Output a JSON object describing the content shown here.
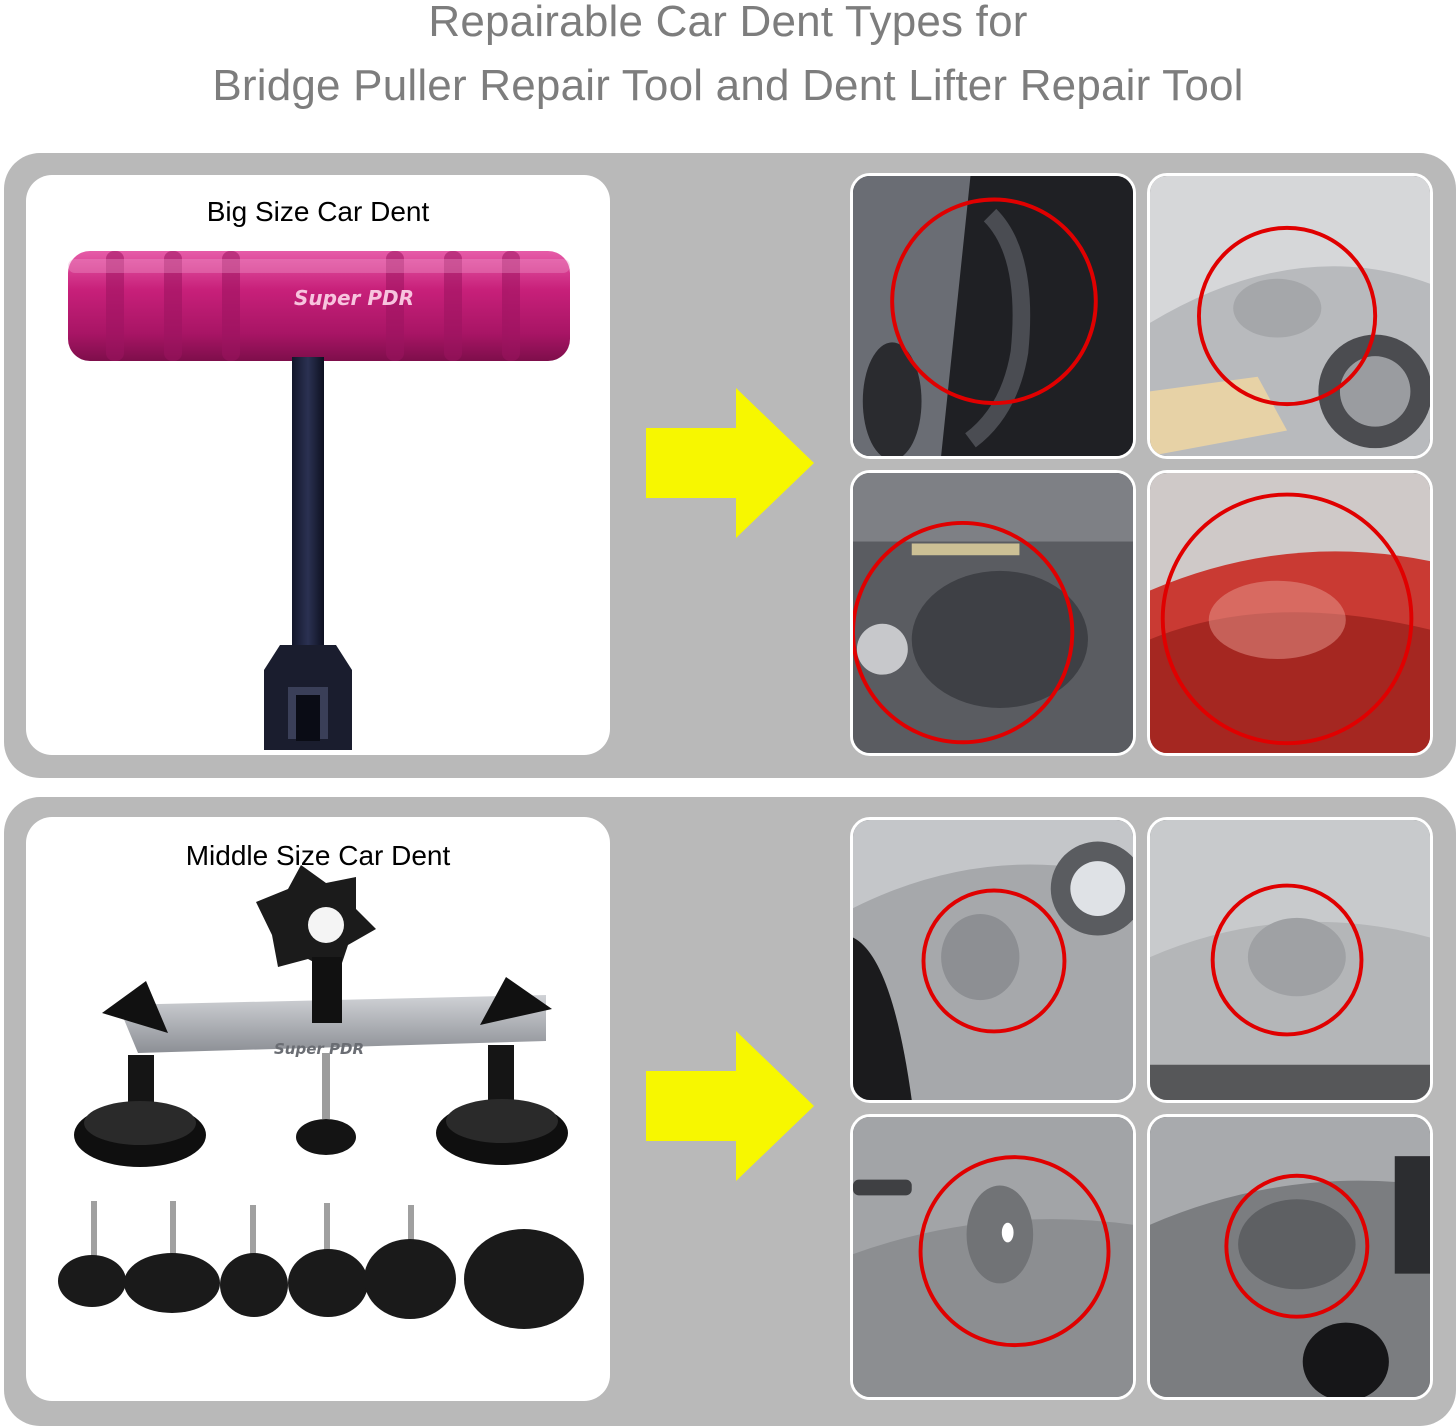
{
  "header": {
    "title_line1": "Repairable Car Dent Types for",
    "title_line2": "Bridge Puller Repair Tool and Dent Lifter Repair Tool"
  },
  "sections": [
    {
      "label": "Big Size Car Dent",
      "tool": "t-bar dent lifter (pink handle)",
      "tool_logo": "Super PDR",
      "photos": [
        "black car door dent",
        "silver car fender dent",
        "grey car fender dent",
        "red car fender dent"
      ]
    },
    {
      "label": "Middle Size Car Dent",
      "tool": "bridge dent puller with tabs",
      "tool_logo": "Super PDR",
      "photos": [
        "silver car fender dent near headlight",
        "light grey panel dent",
        "grey car door dent near handle",
        "grey car panel dent near fuel cap"
      ]
    }
  ],
  "colors": {
    "title_text": "#7d7d7d",
    "panel_background": "#b9b9b9",
    "arrow": "#f7f700",
    "dent_circle": "#e00000",
    "handle_pink": "#c8207a"
  },
  "icons": [
    "arrow-right-icon"
  ]
}
